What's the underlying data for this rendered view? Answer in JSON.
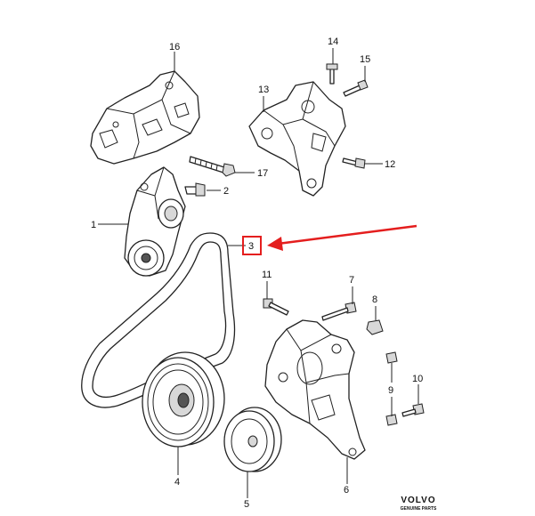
{
  "callouts": {
    "n1": "1",
    "n2": "2",
    "n3": "3",
    "n4": "4",
    "n5": "5",
    "n6": "6",
    "n7": "7",
    "n8": "8",
    "n9": "9",
    "n10": "10",
    "n11": "11",
    "n12": "12",
    "n13": "13",
    "n14": "14",
    "n15": "15",
    "n16": "16",
    "n17": "17"
  },
  "logo": {
    "brand": "VOLVO",
    "sub": "GENUINE PARTS"
  },
  "colors": {
    "highlight": "#e41e1e",
    "line": "#222222"
  }
}
